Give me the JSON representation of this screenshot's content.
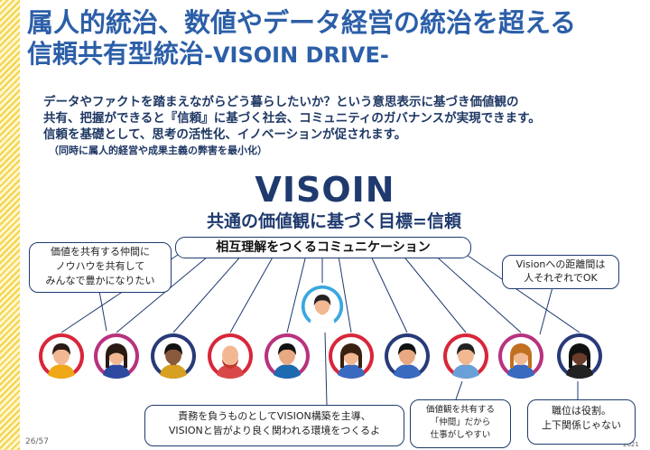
{
  "title": {
    "line1": "属人的統治、数値やデータ経営の統治を超える",
    "line2_main": "信頼共有型統治",
    "line2_sub": "-VISOIN DRIVE-"
  },
  "intro": {
    "line1": "データやファクトを踏まえながらどう暮らしたいか？という意思表示に基づき価値観の",
    "line2": "共有、把握ができると『信頼』に基づく社会、コミュニティのガバナンスが実現できます。",
    "line3": "信頼を基礎として、思考の活性化、イノベーションが促されます。",
    "note": "（同時に属人的経営や成果主義の弊害を最小化）"
  },
  "diagram": {
    "visoin_label": "VISOIN",
    "goal_label": "共通の価値観に基づく目標=信頼",
    "communication_label": "相互理解をつくるコミュニケーション",
    "callout_left": [
      "価値を共有する仲間に",
      "ノウハウを共有して",
      "みんなで豊かになりたい"
    ],
    "callout_right": [
      "Visionへの距離間は",
      "人それぞれでOK"
    ],
    "callout_bottom_1": [
      "責務を負うものとしてVISION構築を主導、",
      "VISIONと皆がより良く関われる環境をつくるよ"
    ],
    "callout_bottom_2": [
      "価値観を共有する",
      "「仲間」だから",
      "仕事がしやすい"
    ],
    "callout_bottom_3": [
      "職位は役割。",
      "上下関係じゃない"
    ],
    "colors": {
      "title": "#2c5fa8",
      "navy": "#1f3a6e",
      "ring_red": "#d8263a",
      "ring_magenta": "#b8327e",
      "ring_navy": "#283a78",
      "leader_ring": "#3aa7e0"
    },
    "people": [
      {
        "ring": "#d8263a",
        "skin": "#f2b892",
        "hair": "#2a1a14",
        "shirt": "#f0a818",
        "style": "short"
      },
      {
        "ring": "#b8327e",
        "skin": "#f2b892",
        "hair": "#2a1a14",
        "shirt": "#2c4aa0",
        "style": "long"
      },
      {
        "ring": "#283a78",
        "skin": "#8a5a3c",
        "hair": "#111111",
        "shirt": "#d8a020",
        "style": "short"
      },
      {
        "ring": "#d8263a",
        "skin": "#f2b892",
        "hair": "#c0392b",
        "shirt": "#d84848",
        "style": "bald"
      },
      {
        "ring": "#b8327e",
        "skin": "#e8a882",
        "hair": "#111111",
        "shirt": "#1e6ab0",
        "style": "short"
      },
      {
        "ring": "#d8263a",
        "skin": "#f2b892",
        "hair": "#3a2010",
        "shirt": "#3a6ac0",
        "style": "long"
      },
      {
        "ring": "#283a78",
        "skin": "#e8a882",
        "hair": "#111111",
        "shirt": "#3a6ac0",
        "style": "short"
      },
      {
        "ring": "#d8263a",
        "skin": "#f2b892",
        "hair": "#222222",
        "shirt": "#6aa0d8",
        "style": "short"
      },
      {
        "ring": "#b8327e",
        "skin": "#f2b892",
        "hair": "#c07020",
        "shirt": "#3a6ac0",
        "style": "long"
      },
      {
        "ring": "#283a78",
        "skin": "#6a3c2a",
        "hair": "#111111",
        "shirt": "#222222",
        "style": "long"
      }
    ],
    "leader": {
      "ring": "#3aa7e0",
      "skin": "#f2b892",
      "hair": "#222222",
      "shirt": "#ffffff",
      "style": "short"
    }
  },
  "footer": {
    "page_number": "26/57",
    "year": "2021"
  }
}
